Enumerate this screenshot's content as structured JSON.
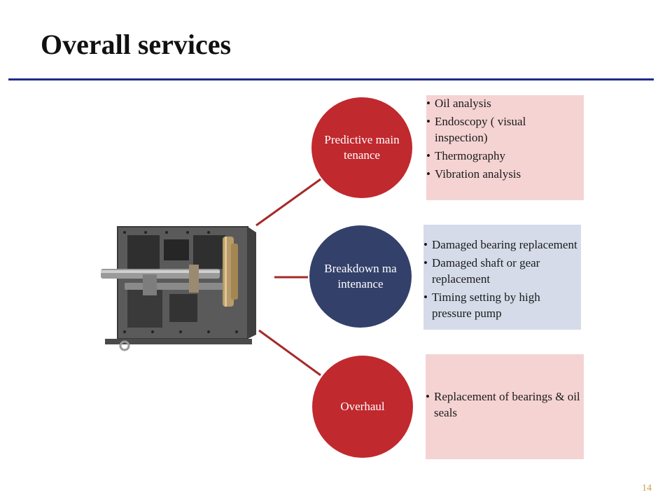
{
  "slide": {
    "title": "Overall services",
    "page_number": "14"
  },
  "colors": {
    "title_rule": "#1f2a8c",
    "connector": "#a52a2a",
    "circle_red": "#c0292e",
    "circle_navy": "#33416a",
    "box_pink": "#f5d3d3",
    "box_blue": "#d5dbe9",
    "page_number": "#c8a44a"
  },
  "image": {
    "icon": "gearbox-icon"
  },
  "categories": [
    {
      "label": "Predictive maintenance",
      "color": "#c0292e",
      "box_color": "#f5d3d3",
      "items": [
        "Oil analysis",
        "Endoscopy ( visual inspection)",
        "Thermography",
        "Vibration analysis"
      ]
    },
    {
      "label": "Breakdown maintenance",
      "color": "#33416a",
      "box_color": "#d5dbe9",
      "items": [
        "Damaged bearing replacement",
        "Damaged shaft or gear replacement",
        "Timing setting by high pressure pump"
      ]
    },
    {
      "label": "Overhaul",
      "color": "#c0292e",
      "box_color": "#f5d3d3",
      "items": [
        "Replacement of bearings & oil seals"
      ]
    }
  ]
}
